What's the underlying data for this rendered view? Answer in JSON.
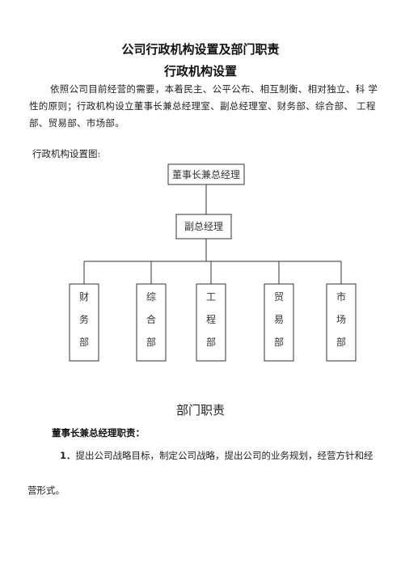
{
  "doc": {
    "title": "公司行政机构设置及部门职责",
    "subtitle": "行政机构设置",
    "intro": "依照公司目前经营的需要，本着民主、公平公布、相互制衡、相对独立、科 学性的原则；行政机构设立董事长兼总经理室、副总经理室、财务部、综合部、 工程部、贸易部、市场部。",
    "chart_caption": "行政机构设置图:"
  },
  "org_chart": {
    "top": "董事长兼总经理",
    "middle": "副总经理",
    "departments": [
      {
        "chars": [
          "财",
          "务",
          "部"
        ]
      },
      {
        "chars": [
          "综",
          "合",
          "部"
        ]
      },
      {
        "chars": [
          "工",
          "程",
          "部"
        ]
      },
      {
        "chars": [
          "贸",
          "易",
          "部"
        ]
      },
      {
        "chars": [
          "市",
          "场",
          "部"
        ]
      }
    ]
  },
  "duties": {
    "section_title": "部门职责",
    "subheading": "董事长兼总经理职责：",
    "item1_num": "1．",
    "item1_text": "提出公司战略目标，制定公司战略，提出公司的业务规划，经营方针和经",
    "item1_cont": "营形式。"
  }
}
